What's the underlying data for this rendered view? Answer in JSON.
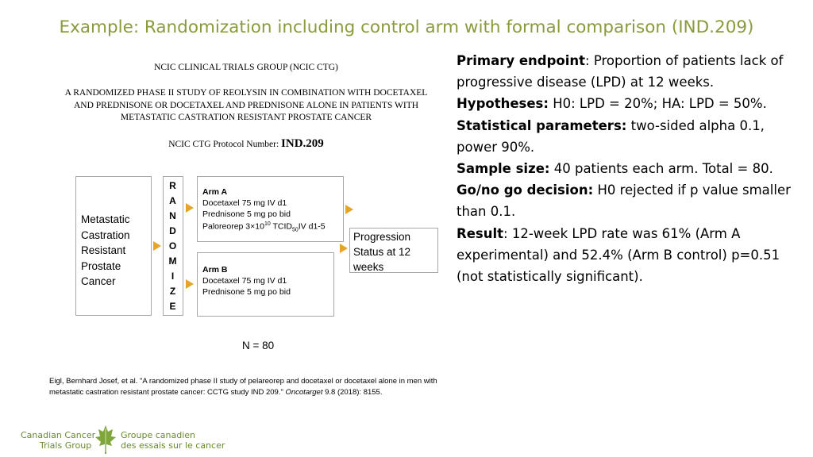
{
  "title": "Example: Randomization including control arm with formal comparison (IND.209)",
  "protocol_doc": {
    "group": "NCIC CLINICAL TRIALS GROUP (NCIC CTG)",
    "study_title_lines": [
      "A RANDOMIZED PHASE II STUDY OF REOLYSIN IN COMBINATION WITH DOCETAXEL",
      "AND PREDNISONE OR DOCETAXEL AND PREDNISONE ALONE IN PATIENTS WITH",
      "METASTATIC CASTRATION RESISTANT PROSTATE CANCER"
    ],
    "protocol_label": "NCIC CTG Protocol Number:",
    "protocol_number": "IND.209"
  },
  "diagram": {
    "population_lines": [
      "Metastatic",
      "Castration",
      "Resistant",
      "Prostate",
      "Cancer"
    ],
    "randomize_letters": [
      "R",
      "A",
      "N",
      "D",
      "O",
      "M",
      "I",
      "Z",
      "E"
    ],
    "arm_a": {
      "name": "Arm A",
      "line1": "Docetaxel 75 mg IV d1",
      "line2": "Prednisone 5 mg po bid",
      "line3_a": "Paloreorep 3×10",
      "line3_sup": "10",
      "line3_b": " TCID",
      "line3_sub": "50",
      "line3_c": "IV d1-5"
    },
    "arm_b": {
      "name": "Arm B",
      "line1": "Docetaxel 75 mg IV d1",
      "line2": "Prednisone 5 mg po bid"
    },
    "outcome_lines": [
      "Progression",
      "Status at 12",
      "weeks"
    ],
    "n_label": "N = 80",
    "arrow_color": "#e4a52b"
  },
  "citation": {
    "before": "Eigl, Bernhard Josef, et al. \"A randomized phase II study of pelareorep and docetaxel or docetaxel alone in men with metastatic castration resistant prostate cancer: CCTG study IND 209.\" ",
    "journal": "Oncotarget",
    "after": " 9.8 (2018): 8155."
  },
  "logo": {
    "en_line1": "Canadian Cancer",
    "en_line2": "Trials Group",
    "fr_line1": "Groupe canadien",
    "fr_line2": "des essais sur le cancer",
    "color": "#6a8a30"
  },
  "summary": {
    "primary_label": "Primary endpoint",
    "primary_text": ": Proportion of patients lack of progressive disease (LPD) at 12 weeks.",
    "hyp_label": "Hypotheses:",
    "hyp_text": " H0: LPD = 20%; HA: LPD = 50%.",
    "stat_label": "Statistical parameters:",
    "stat_text": " two-sided alpha 0.1, power 90%.",
    "sample_label": "Sample size:",
    "sample_text": " 40 patients each arm. Total = 80.",
    "go_label": "Go/no go decision:",
    "go_text": " H0 rejected if p value smaller than 0.1.",
    "result_label": "Result",
    "result_text": ": 12-week LPD rate was 61% (Arm A experimental) and 52.4% (Arm B control) p=0.51 (not statistically significant)."
  }
}
